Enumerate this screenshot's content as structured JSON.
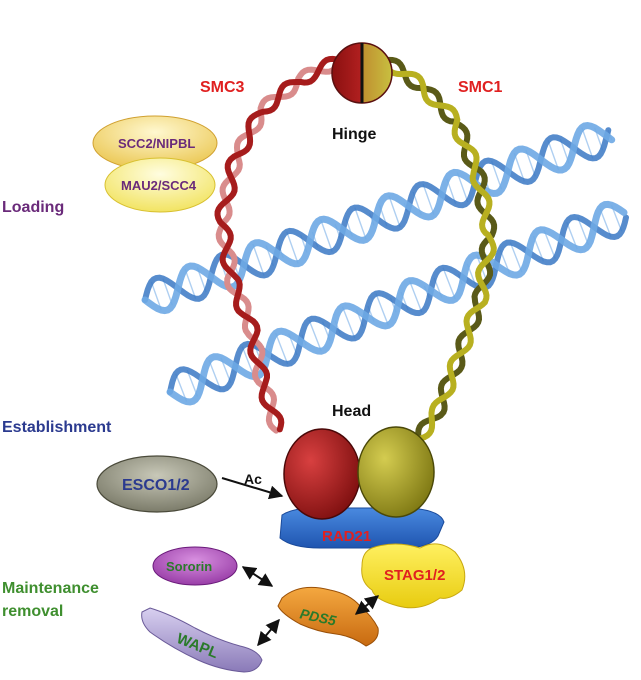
{
  "labels": {
    "smc3": "SMC3",
    "smc1": "SMC1",
    "hinge": "Hinge",
    "head": "Head",
    "scc2": "SCC2/NIPBL",
    "mau2": "MAU2/SCC4",
    "esco": "ESCO1/2",
    "ac": "Ac",
    "rad21": "RAD21",
    "stag": "STAG1/2",
    "sororin": "Sororin",
    "pds5": "PDS5",
    "wapl": "WAPL"
  },
  "stages": {
    "loading": "Loading",
    "establishment": "Establishment",
    "maintenance_line1": "Maintenance",
    "maintenance_line2": "removal"
  },
  "colors": {
    "smc3": "#a61c1c",
    "smc3_light": "#d98c8c",
    "smc1": "#b8b020",
    "smc1_dark": "#5a5a18",
    "dna": "#6fa8dc",
    "label_red": "#e02020",
    "loading": "#6a2a7a",
    "establishment": "#2b3a8f",
    "maintenance": "#3f8f2f",
    "rad21": "#2f6fd0",
    "stag": "#f2e21a",
    "pds5": "#e88a1a",
    "wapl": "#9a8ac8",
    "sororin": "#a040b0",
    "esco": "#8a8a78",
    "scc2": "#f0d060"
  }
}
